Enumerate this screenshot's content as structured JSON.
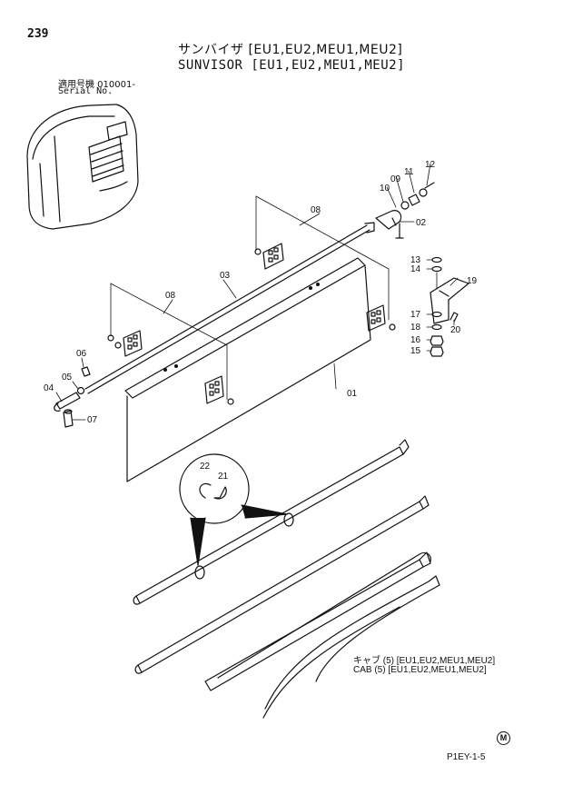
{
  "page_number": "239",
  "title_jp": "サンバイザ [EU1,EU2,MEU1,MEU2]",
  "title_en": "SUNVISOR [EU1,EU2,MEU1,MEU2]",
  "serial_jp": "適用号機 010001-",
  "serial_en": "Serial No.",
  "part_labels": {
    "p01": "01",
    "p02": "02",
    "p03": "03",
    "p04": "04",
    "p05": "05",
    "p06": "06",
    "p07": "07",
    "p08a": "08",
    "p08b": "08",
    "p09": "09",
    "p10": "10",
    "p11": "11",
    "p12": "12",
    "p13": "13",
    "p14": "14",
    "p15": "15",
    "p16": "16",
    "p17": "17",
    "p18": "18",
    "p19": "19",
    "p20": "20",
    "p21": "21",
    "p22": "22"
  },
  "cab_note_jp": "キャブ (5) [EU1,EU2,MEU1,MEU2]",
  "cab_note_en": "CAB (5) [EU1,EU2,MEU1,MEU2]",
  "m_mark": "M",
  "figure_code": "P1EY-1-5"
}
